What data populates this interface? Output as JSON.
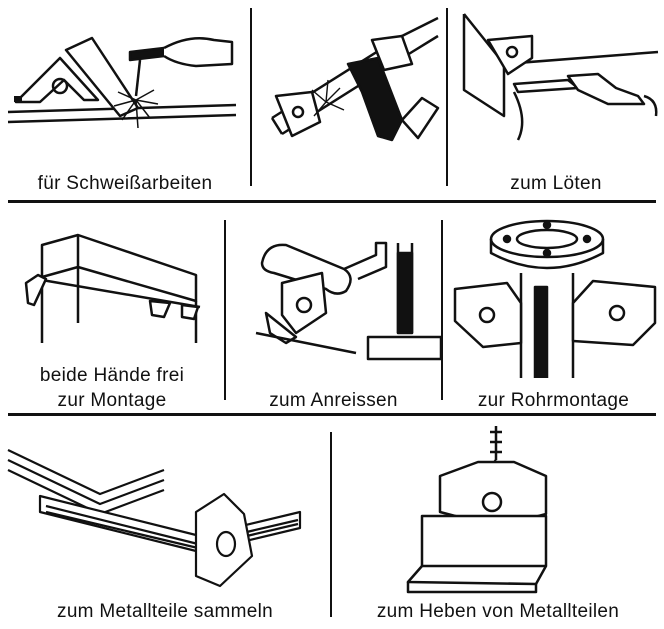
{
  "captions": {
    "welding": "für Schweißarbeiten",
    "soldering": "zum Löten",
    "hands_free_line1": "beide Hände frei",
    "hands_free_line2": "zur Montage",
    "marking": "zum Anreissen",
    "pipe": "zur Rohrmontage",
    "collect": "zum Metallteile sammeln",
    "lifting": "zum Heben von Metallteilen"
  }
}
